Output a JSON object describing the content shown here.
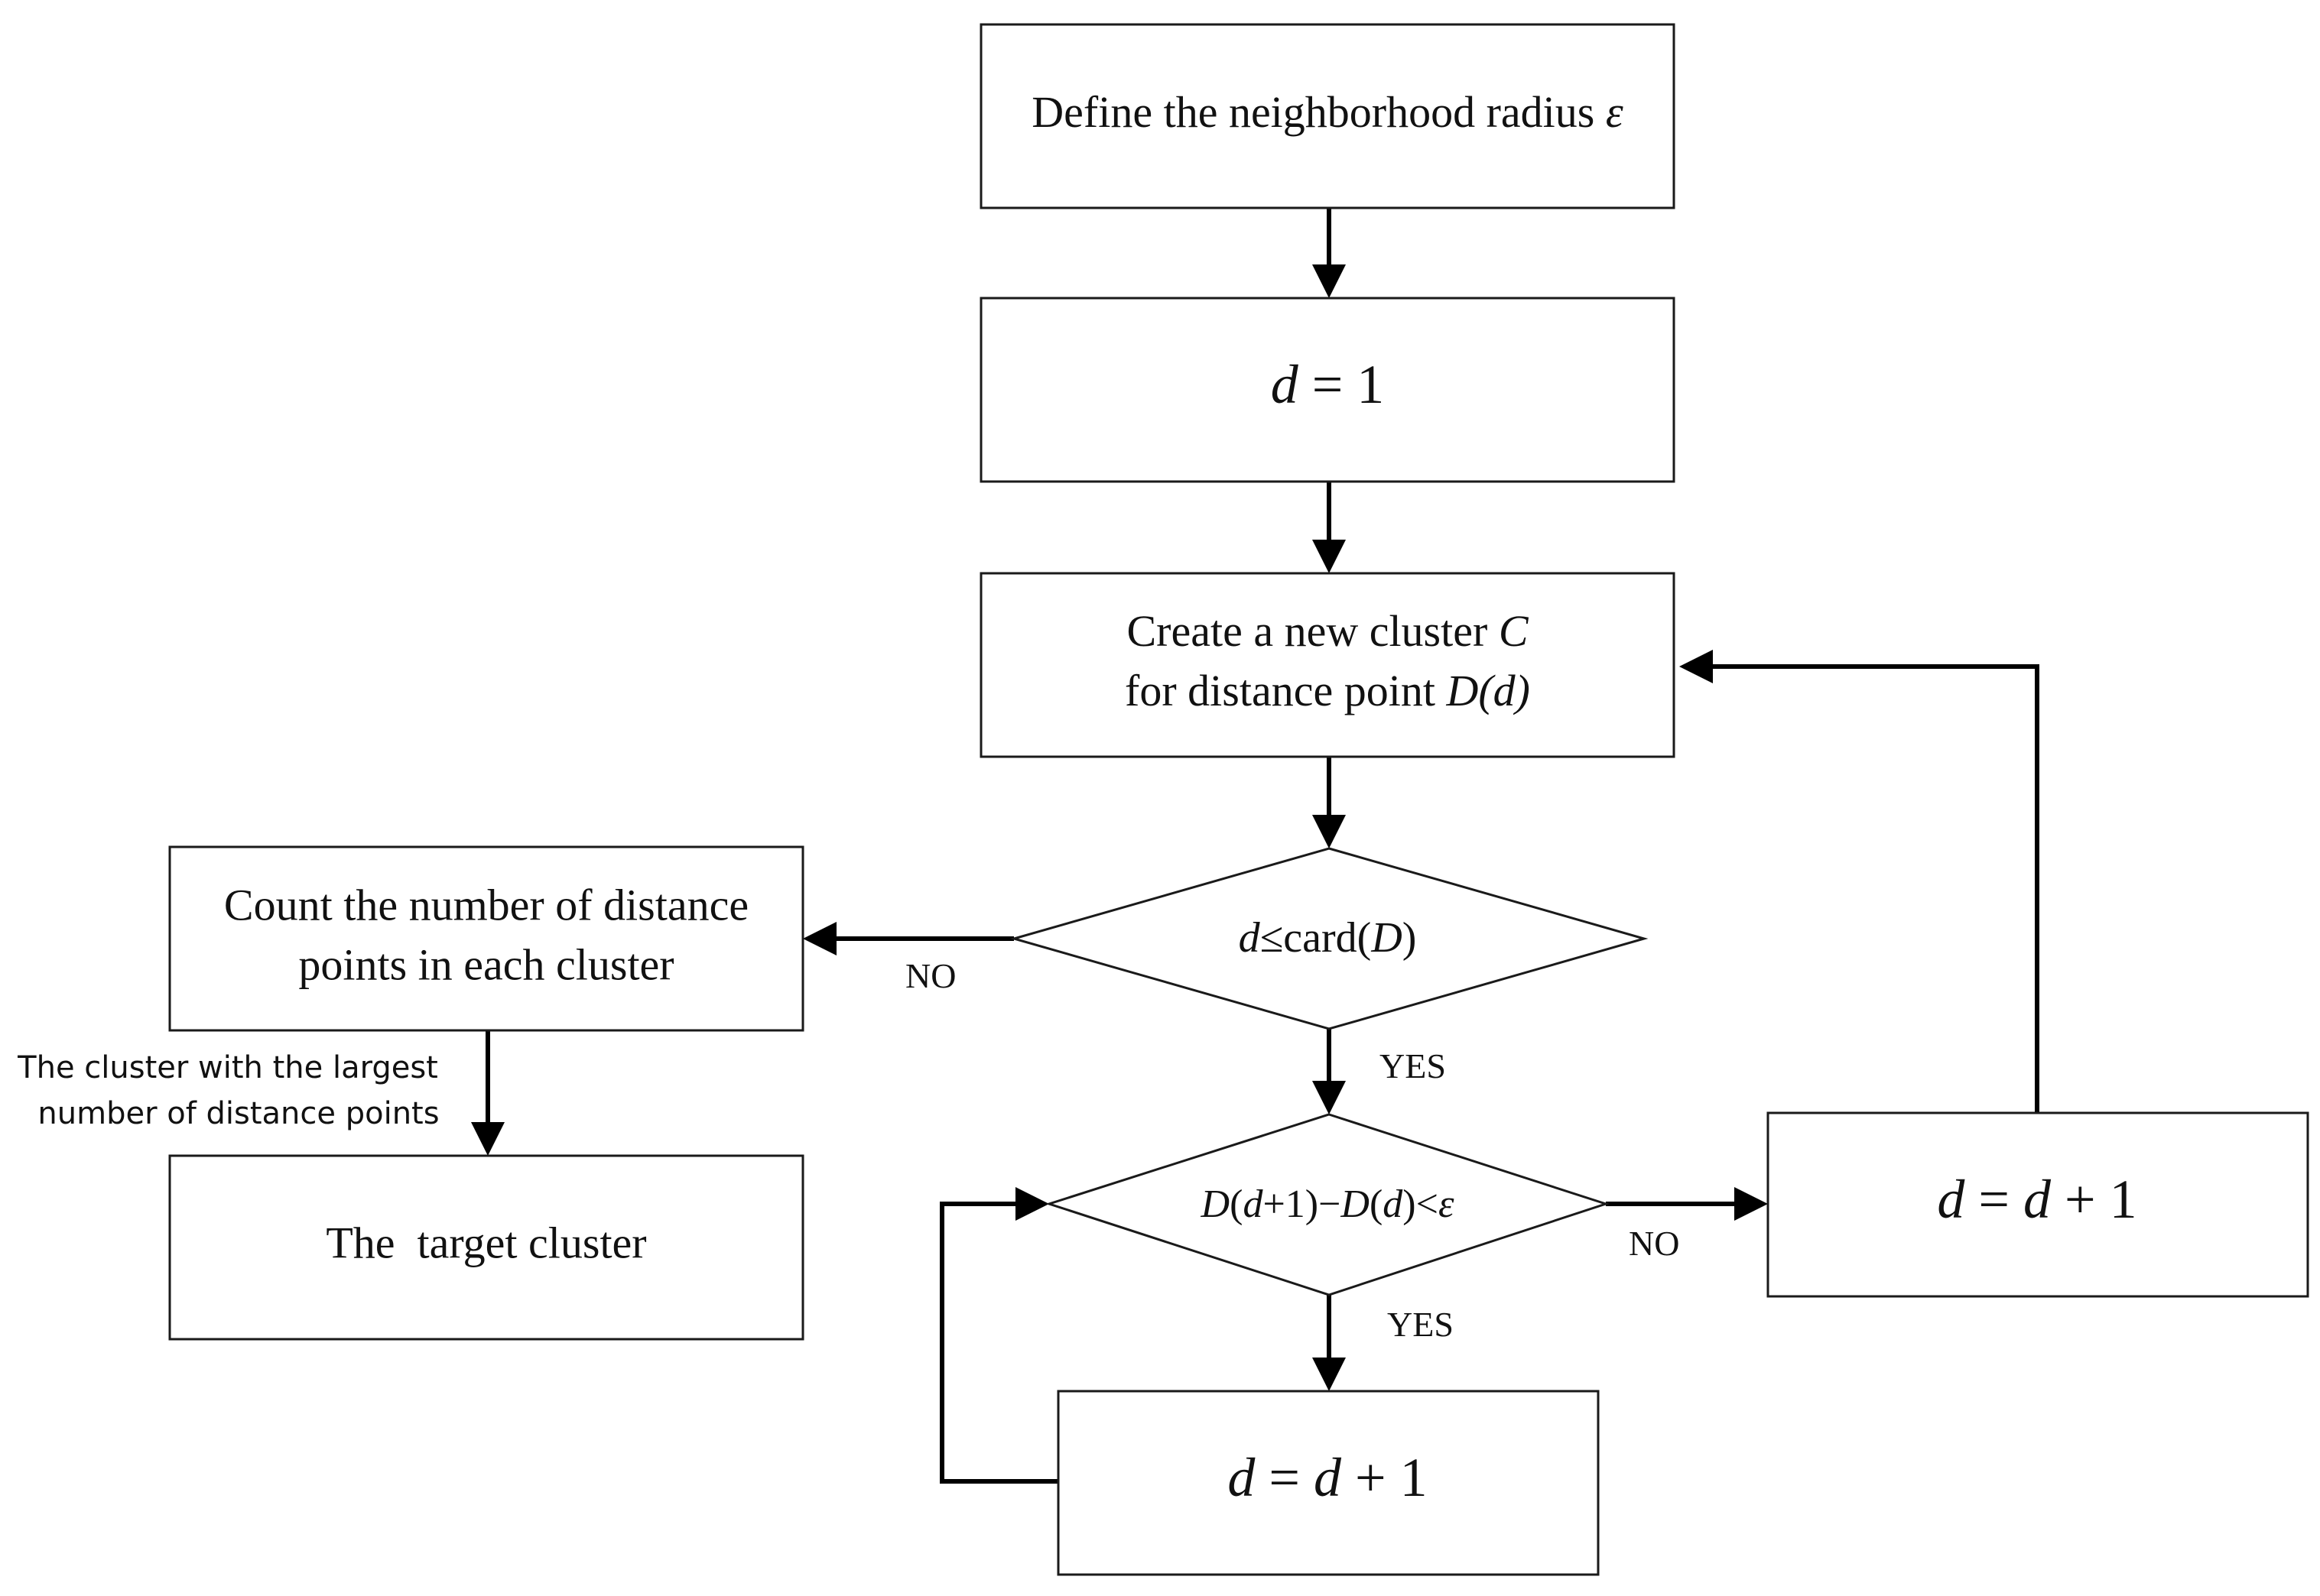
{
  "nodes": {
    "define_radius": {
      "text": "Define the neighborhood radius ",
      "var": "ε"
    },
    "init_d": {
      "left": "d",
      "rest": " = 1"
    },
    "create_cluster": {
      "line1": "Create a new cluster ",
      "line1_var": "C",
      "line2": "for distance point ",
      "line2_var": "D(d)"
    },
    "check_card": {
      "left": "d",
      "op": "≤",
      "fn": "card(",
      "arg": "D",
      "close": ")"
    },
    "check_diff": {
      "D1": "D",
      "p1": "(",
      "d1": "d",
      "plus": "+1)−",
      "D2": "D",
      "p2": "(",
      "d2": "d",
      "p3": ")<",
      "eps": "ε"
    },
    "increment_right": {
      "a": "d",
      "eq": " = ",
      "b": "d",
      "rest": " + 1"
    },
    "increment_bottom": {
      "a": "d",
      "eq": " = ",
      "b": "d",
      "rest": " + 1"
    },
    "count_points": {
      "line1": "Count the number of distance",
      "line2": "points in each cluster"
    },
    "target_cluster": {
      "text": "The  target cluster"
    }
  },
  "edge_labels": {
    "card_no": "NO",
    "card_yes": "YES",
    "diff_no": "NO",
    "diff_yes": "YES",
    "largest_cluster_line1": "The cluster with the largest",
    "largest_cluster_line2": "number of distance points"
  }
}
